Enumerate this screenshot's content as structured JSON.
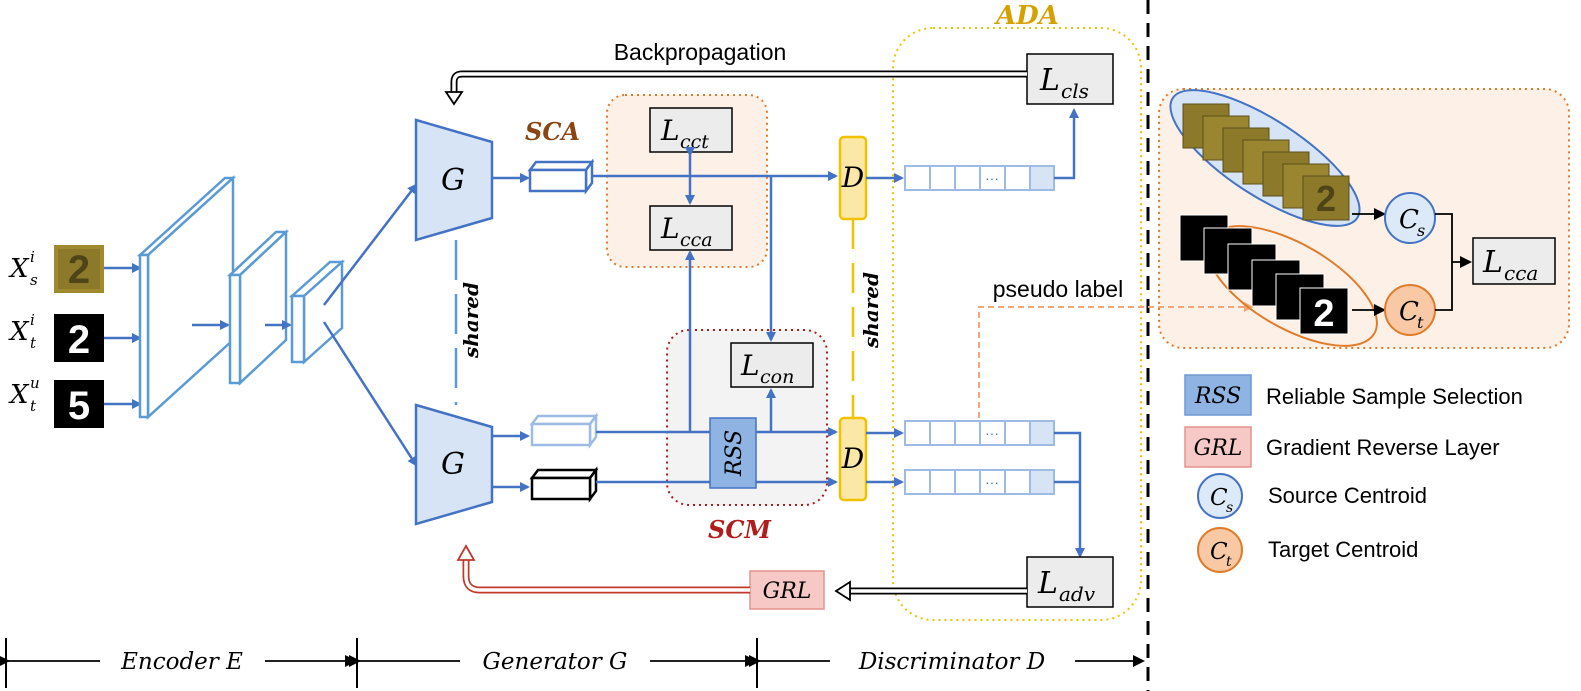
{
  "diagram": {
    "backprop_label": "Backpropagation",
    "ada_label": "ADA",
    "sca_label": "SCA",
    "scm_label": "SCM",
    "shared_label": "shared",
    "pseudo_label": "pseudo label",
    "g_label": "G",
    "d_label": "D",
    "rss_label": "RSS",
    "grl_label": "GRL",
    "ellipsis": "···",
    "inputs": [
      {
        "base": "X",
        "sub": "s",
        "sup": "i"
      },
      {
        "base": "X",
        "sub": "t",
        "sup": "i"
      },
      {
        "base": "X",
        "sub": "t",
        "sup": "u"
      }
    ],
    "losses": {
      "cls": {
        "base": "L",
        "sub": "cls"
      },
      "cct": {
        "base": "L",
        "sub": "cct"
      },
      "cca": {
        "base": "L",
        "sub": "cca"
      },
      "con": {
        "base": "L",
        "sub": "con"
      },
      "adv": {
        "base": "L",
        "sub": "adv"
      },
      "cca_right": {
        "base": "L",
        "sub": "cca"
      }
    },
    "centroids": {
      "cs": {
        "base": "C",
        "sub": "s"
      },
      "ct": {
        "base": "C",
        "sub": "t"
      }
    }
  },
  "legend": [
    {
      "symbol": "RSS",
      "text": "Reliable Sample Selection",
      "color": "#8fb4e3"
    },
    {
      "symbol": "GRL",
      "text": "Gradient Reverse Layer",
      "color": "#f6c9c6"
    },
    {
      "symbol": "Cs",
      "text": "Source Centroid",
      "color": "#dce9f8"
    },
    {
      "symbol": "Ct",
      "text": "Target Centroid",
      "color": "#f8c9a4"
    }
  ],
  "stages": [
    {
      "label": "Encoder E"
    },
    {
      "label": "Generator G"
    },
    {
      "label": "Discriminator D"
    }
  ],
  "colors": {
    "blue": "#4472c4",
    "light_blue_fill": "#d6e4f5",
    "orange": "#e07b2a",
    "dark_red": "#b01c1c",
    "ada_yellow": "#f2c100",
    "sca_brown": "#8b4513",
    "grl_red": "#c0392b"
  }
}
